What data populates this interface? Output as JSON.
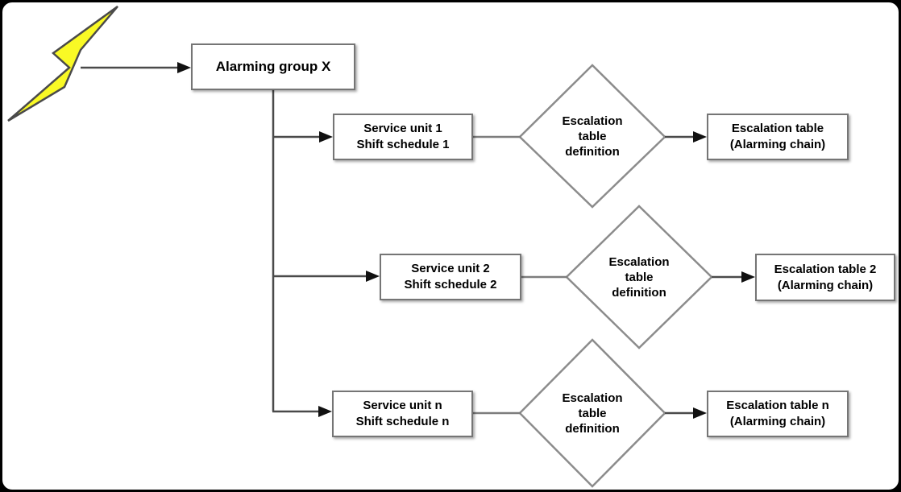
{
  "colors": {
    "line-dark": "#4a4a4a",
    "line-gray": "#7d7d7d",
    "diamond-stroke": "#8c8c8c",
    "box-border": "#757575",
    "arrowhead": "#111111",
    "bolt-fill": "#f9f925",
    "bolt-stroke": "#4a4a4a",
    "frame-border": "#000000",
    "background": "#ffffff"
  },
  "diagram": {
    "trigger_icon": "lightning-bolt",
    "root_label": "Alarming group X",
    "rows": [
      {
        "service": [
          "Service unit 1",
          "Shift schedule 1"
        ],
        "decision": [
          "Escalation",
          "table",
          "definition"
        ],
        "output": [
          "Escalation table",
          "(Alarming chain)"
        ]
      },
      {
        "service": [
          "Service unit 2",
          "Shift schedule 2"
        ],
        "decision": [
          "Escalation",
          "table",
          "definition"
        ],
        "output": [
          "Escalation table 2",
          "(Alarming chain)"
        ]
      },
      {
        "service": [
          "Service unit n",
          "Shift schedule n"
        ],
        "decision": [
          "Escalation",
          "table",
          "definition"
        ],
        "output": [
          "Escalation table n",
          "(Alarming chain)"
        ]
      }
    ]
  }
}
